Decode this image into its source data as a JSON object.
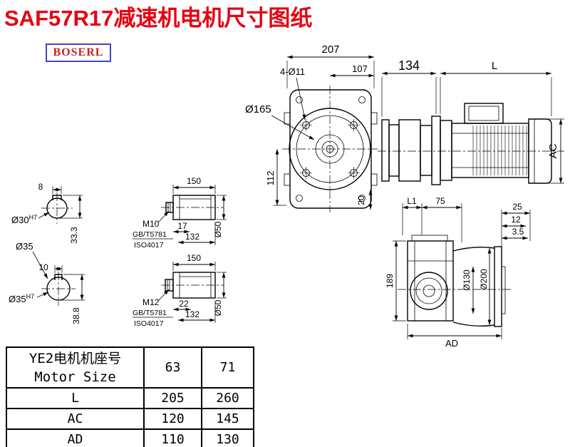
{
  "colors": {
    "title_red": "#e60012",
    "logo_red": "#c42222",
    "logo_border_blue": "#4444c4",
    "line_black": "#000000"
  },
  "title": "SAF57R17减速机电机尺寸图纸",
  "logo_text": "BOSERL",
  "front_view": {
    "dim_width": "207",
    "dim_half_width": "107",
    "bolt_holes": "4-Ø11",
    "flange_dia": "Ø165",
    "dim_height": "112",
    "dim_20": "20"
  },
  "motor_view": {
    "dim_adapter": "134",
    "dim_motor_length": "L",
    "dim_motor_height": "AC"
  },
  "shaft_bore_top": {
    "key_width": "8",
    "bore_dia": "Ø30",
    "bore_tol": "H7",
    "key_depth": "33.3"
  },
  "shaft_bore_bottom": {
    "outer_dia": "Ø35",
    "key_width": "10",
    "bore_dia": "Ø35",
    "bore_tol": "H7",
    "key_depth": "38.8"
  },
  "shaft_top": {
    "length": "150",
    "thread": "M10",
    "standard_gb": "GB/T5781",
    "standard_iso": "ISO4017",
    "thread_len": "17",
    "body_len": "132",
    "dia": "Ø50"
  },
  "shaft_bottom": {
    "length": "150",
    "thread": "M12",
    "standard_gb": "GB/T5781",
    "standard_iso": "ISO4017",
    "thread_len": "22",
    "body_len": "132",
    "dia": "Ø50"
  },
  "side_view": {
    "dim_l1": "L1",
    "dim_75": "75",
    "dim_25": "25",
    "dim_12": "12",
    "dim_3_5": "3.5",
    "dim_189": "189",
    "dim_o130": "Ø130",
    "dim_o200": "Ø200",
    "dim_ad": "AD"
  },
  "table": {
    "header_cn": "YE2电机机座号",
    "header_en": "Motor Size",
    "sizes": [
      "63",
      "71"
    ],
    "rows": [
      {
        "label": "L",
        "values": [
          "205",
          "260"
        ]
      },
      {
        "label": "AC",
        "values": [
          "120",
          "145"
        ]
      },
      {
        "label": "AD",
        "values": [
          "110",
          "130"
        ]
      }
    ]
  }
}
